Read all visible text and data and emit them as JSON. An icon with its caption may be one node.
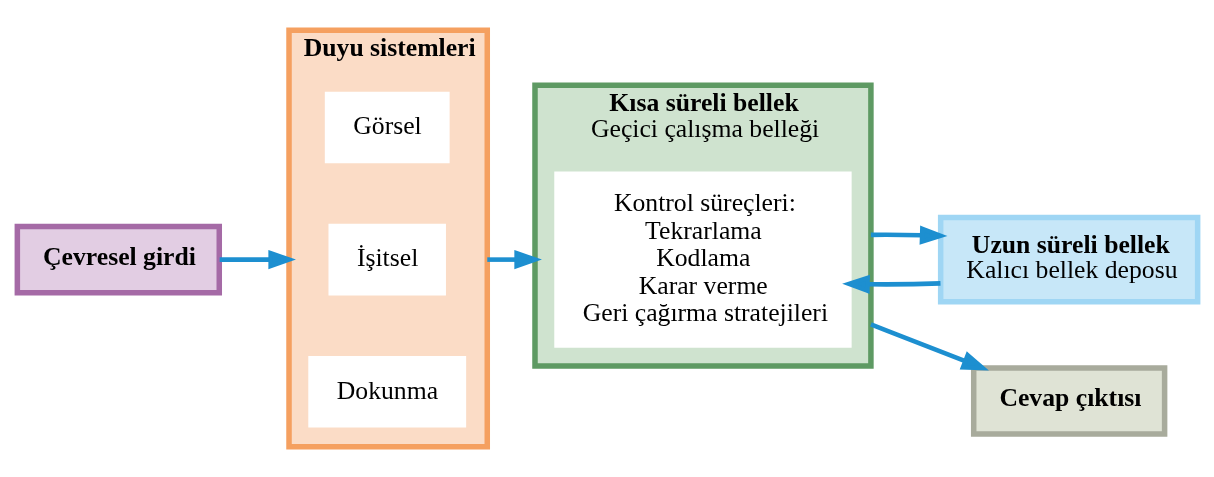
{
  "diagram": {
    "nodes": [
      {
        "text": [
          "Çevresel girdi"
        ]
      },
      {
        "text": [
          "Duyu sistemleri"
        ]
      },
      {
        "text": [
          "Görsel"
        ],
        "in": 1
      },
      {
        "text": [
          "İşitsel"
        ],
        "in": 1
      },
      {
        "text": [
          "Dokunma"
        ],
        "in": 1
      },
      {
        "text": [
          "Kısa süreli bellek",
          "Geçici çalışma belleği"
        ]
      },
      {
        "text": [
          "Kontrol süreçleri:",
          "Tekrarlama",
          "Kodlama",
          "Karar verme",
          "Geri çağırma stratejileri"
        ],
        "in": 5
      },
      {
        "text": [
          "Uzun süreli bellek",
          "Kalıcı bellek deposu"
        ]
      },
      {
        "text": [
          "Cevap çıktısı"
        ]
      }
    ],
    "edges": [
      {
        "from": 0,
        "to": 1,
        "arrow": "to"
      },
      {
        "from": 1,
        "to": 5,
        "arrow": "to"
      },
      {
        "from": 7,
        "to": 5,
        "arrow": "to"
      },
      {
        "from": 5,
        "to": 7,
        "arrow": "to"
      },
      {
        "from": 5,
        "to": 8,
        "arrow": "to"
      }
    ]
  }
}
